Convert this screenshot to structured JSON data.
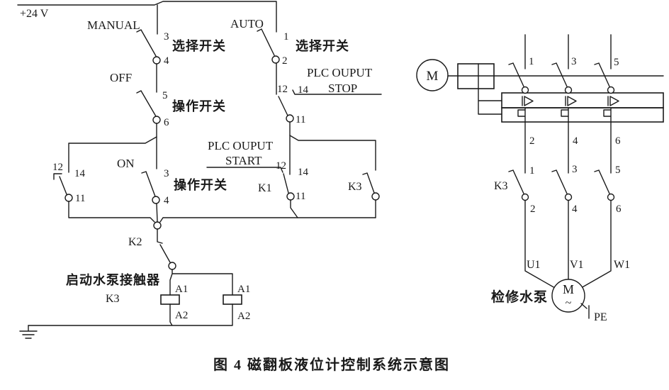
{
  "caption": "图 4  磁翻板液位计控制系统示意图",
  "control": {
    "power": "+24 V",
    "selector_manual": {
      "label": "MANUAL",
      "terminal_top": "3",
      "terminal_bottom": "4",
      "type": "选择开关"
    },
    "selector_auto": {
      "label": "AUTO",
      "terminal_top": "1",
      "terminal_bottom": "2",
      "type": "选择开关"
    },
    "switch_off": {
      "label": "OFF",
      "terminal_top": "5",
      "terminal_bottom": "6",
      "type": "操作开关"
    },
    "switch_on": {
      "label": "ON",
      "terminal_top": "3",
      "terminal_bottom": "4",
      "type": "操作开关"
    },
    "plc_stop": {
      "title": "PLC OUPUT",
      "subtitle": "STOP",
      "t12": "12",
      "t14": "14",
      "t11": "11"
    },
    "plc_start": {
      "title": "PLC OUPUT",
      "subtitle": "START",
      "t12": "12",
      "t14": "14",
      "t11": "11",
      "relay": "K1"
    },
    "feedback": {
      "t12": "12",
      "t14": "14",
      "t11": "11"
    },
    "k2_contact": "K2",
    "k3_contact": "K3",
    "contactor_caption": "启动水泵接触器",
    "contactor_name": "K3",
    "coil_left": {
      "top": "A1",
      "bottom": "A2"
    },
    "coil_right": {
      "top": "A1",
      "bottom": "A2"
    }
  },
  "power_circuit": {
    "operator": "M",
    "breaker_in": [
      "1",
      "3",
      "5"
    ],
    "breaker_out": [
      "2",
      "4",
      "6"
    ],
    "contactor": {
      "name": "K3",
      "in": [
        "1",
        "3",
        "5"
      ],
      "out": [
        "2",
        "4",
        "6"
      ]
    },
    "motor_terminals": [
      "U1",
      "V1",
      "W1"
    ],
    "pump_label": "检修水泵",
    "motor_letter": "M",
    "motor_wave": "~",
    "pe": "PE"
  }
}
